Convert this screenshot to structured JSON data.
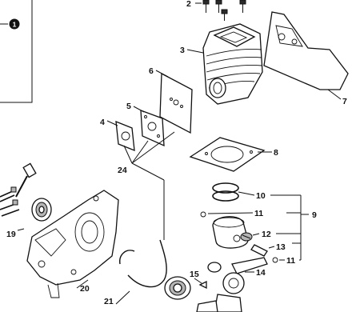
{
  "callouts": {
    "c1": "1",
    "c2": "2",
    "c3": "3",
    "c4": "4",
    "c5": "5",
    "c6": "6",
    "c7": "7",
    "c8": "8",
    "c9": "9",
    "c10": "10",
    "c11a": "11",
    "c11b": "11",
    "c12": "12",
    "c13": "13",
    "c14": "14",
    "c15": "15",
    "c19": "19",
    "c20": "20",
    "c21": "21",
    "c24": "24"
  }
}
